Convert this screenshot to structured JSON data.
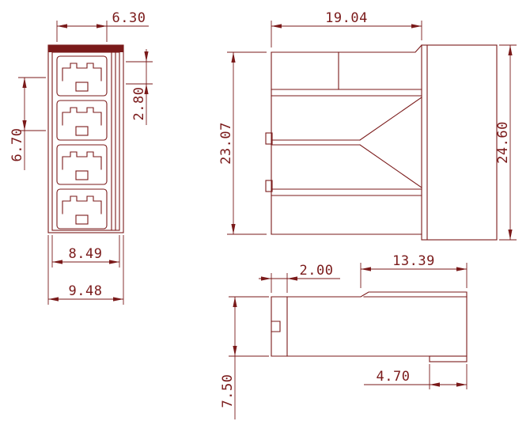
{
  "title": "connector-dimension-drawing",
  "colors": {
    "line": "#7a1a1a",
    "background": "#ffffff"
  },
  "views": {
    "front": {
      "label_cavity_width": "6.30",
      "label_pitch": "2.80",
      "label_cavity_span": "6.70",
      "label_body_width": "8.49",
      "label_overall_width": "9.48"
    },
    "side": {
      "label_body_width": "19.04",
      "label_body_height": "23.07",
      "label_overall_height": "24.60"
    },
    "bottom": {
      "label_wall_thickness": "2.00",
      "label_tab_width": "13.39",
      "label_height": "7.50",
      "label_foot_width": "4.70"
    }
  }
}
